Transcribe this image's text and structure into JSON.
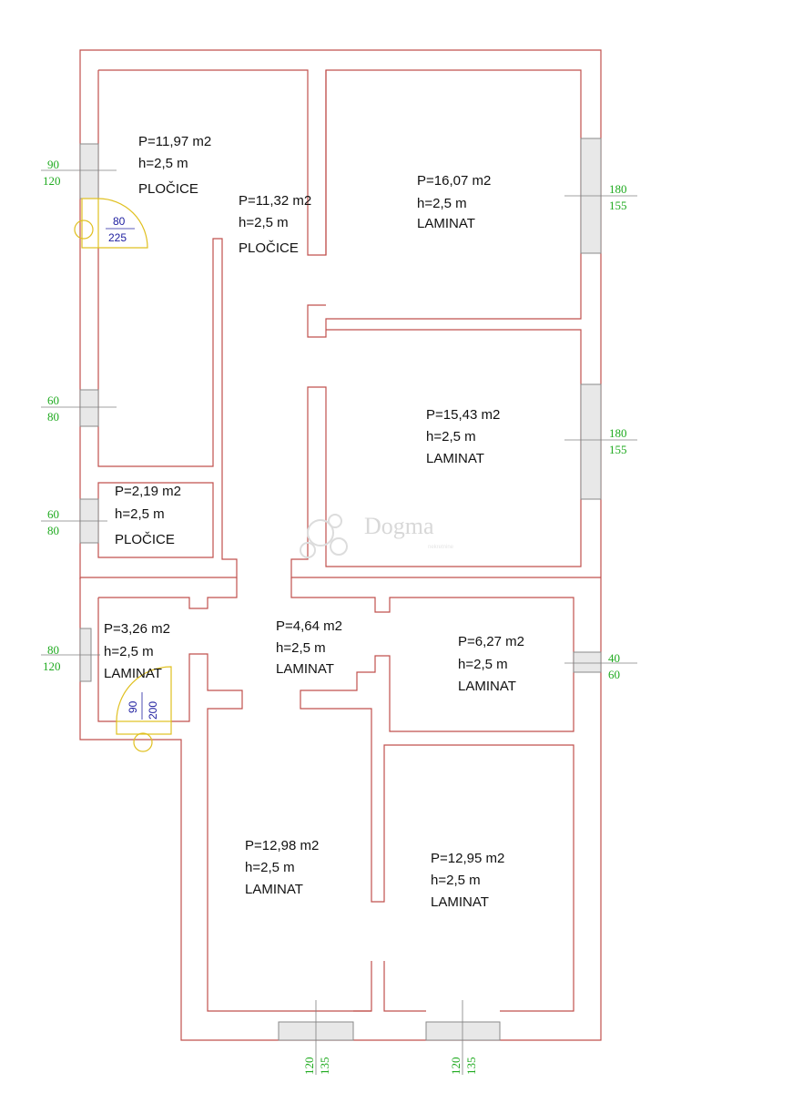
{
  "watermark": {
    "name": "Dogma",
    "sub": "nekretnine"
  },
  "rooms": [
    {
      "id": "room-1",
      "area": "P=11,97 m2",
      "height": "h=2,5 m",
      "floor": "PLOČICE"
    },
    {
      "id": "room-2",
      "area": "P=11,32 m2",
      "height": "h=2,5 m",
      "floor": "PLOČICE"
    },
    {
      "id": "room-3",
      "area": "P=16,07 m2",
      "height": "h=2,5 m",
      "floor": "LAMINAT"
    },
    {
      "id": "room-4",
      "area": "P=15,43 m2",
      "height": "h=2,5 m",
      "floor": "LAMINAT"
    },
    {
      "id": "room-5",
      "area": "P=2,19 m2",
      "height": "h=2,5 m",
      "floor": "PLOČICE"
    },
    {
      "id": "room-6",
      "area": "P=3,26 m2",
      "height": "h=2,5 m",
      "floor": "LAMINAT"
    },
    {
      "id": "room-7",
      "area": "P=4,64 m2",
      "height": "h=2,5 m",
      "floor": "LAMINAT"
    },
    {
      "id": "room-8",
      "area": "P=6,27 m2",
      "height": "h=2,5 m",
      "floor": "LAMINAT"
    },
    {
      "id": "room-9",
      "area": "P=12,98 m2",
      "height": "h=2,5 m",
      "floor": "LAMINAT"
    },
    {
      "id": "room-10",
      "area": "P=12,95 m2",
      "height": "h=2,5 m",
      "floor": "LAMINAT"
    }
  ],
  "windows": [
    {
      "id": "win-left-1",
      "width": "90",
      "height": "120"
    },
    {
      "id": "win-left-2",
      "width": "60",
      "height": "80"
    },
    {
      "id": "win-left-3",
      "width": "60",
      "height": "80"
    },
    {
      "id": "win-left-4",
      "width": "80",
      "height": "120"
    },
    {
      "id": "win-right-1",
      "width": "180",
      "height": "155"
    },
    {
      "id": "win-right-2",
      "width": "180",
      "height": "155"
    },
    {
      "id": "win-right-3",
      "width": "40",
      "height": "60"
    },
    {
      "id": "win-bottom-1",
      "width": "120",
      "height": "135"
    },
    {
      "id": "win-bottom-2",
      "width": "120",
      "height": "135"
    }
  ],
  "doors": [
    {
      "id": "door-1",
      "width": "80",
      "height": "225"
    },
    {
      "id": "door-2",
      "width": "90",
      "height": "200"
    }
  ]
}
